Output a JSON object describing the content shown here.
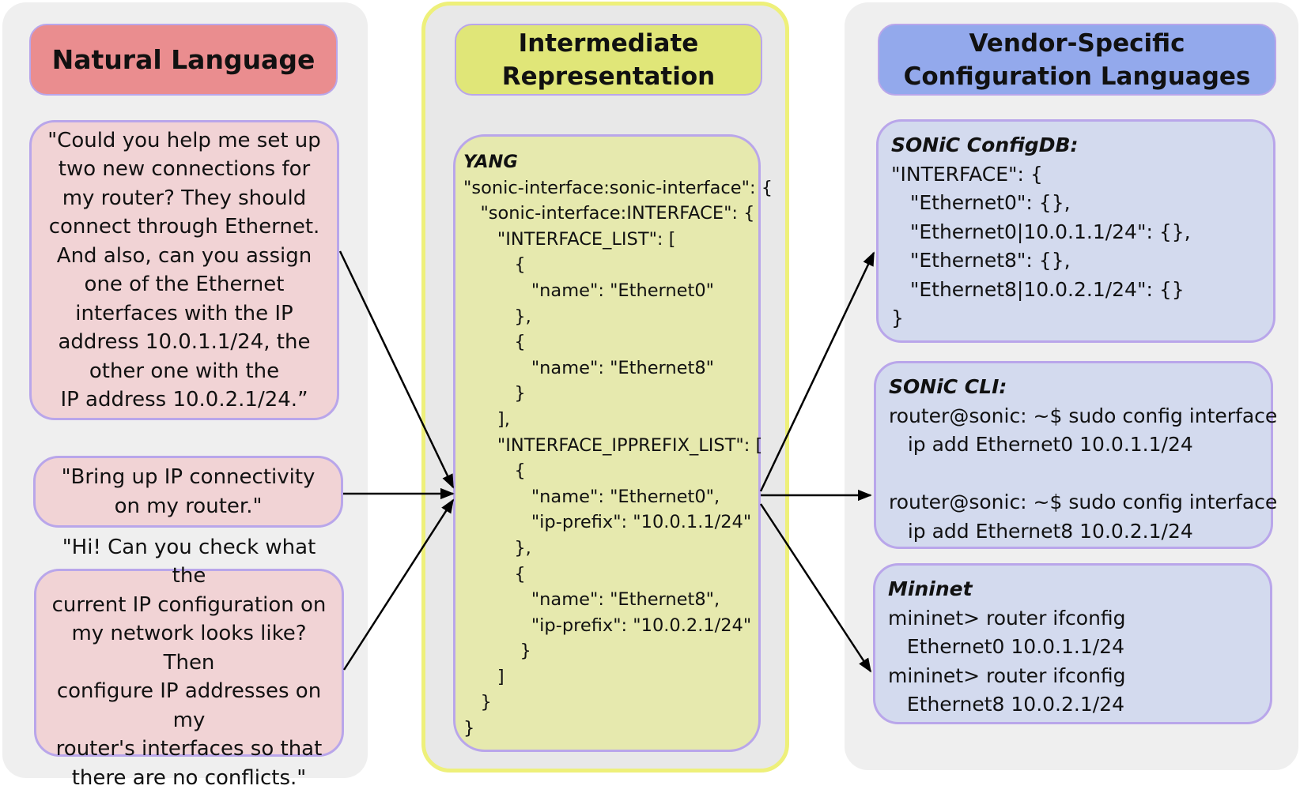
{
  "columns": {
    "natural_language": {
      "title": "Natural Language",
      "prompts": [
        "\"Could you help me set up\ntwo new connections for\nmy router? They should\nconnect through Ethernet.\nAnd also, can you assign\none of the Ethernet\ninterfaces with the IP\naddress 10.0.1.1/24, the\nother one with the\nIP address 10.0.2.1/24.”",
        "\"Bring up IP connectivity\non my router.\"",
        "\"Hi! Can you check what the\ncurrent IP configuration on\nmy network looks like? Then\nconfigure IP addresses on my\nrouter's interfaces so that\nthere are no conflicts.\""
      ]
    },
    "intermediate": {
      "title": "Intermediate\nRepresentation",
      "code_title": "YANG",
      "code": "\"sonic-interface:sonic-interface\": {\n   \"sonic-interface:INTERFACE\": {\n      \"INTERFACE_LIST\": [\n         {\n            \"name\": \"Ethernet0\"\n         },\n         {\n            \"name\": \"Ethernet8\"\n         }\n      ],\n      \"INTERFACE_IPPREFIX_LIST\": [\n         {\n            \"name\": \"Ethernet0\",\n            \"ip-prefix\": \"10.0.1.1/24\"\n         },\n         {\n            \"name\": \"Ethernet8\",\n            \"ip-prefix\": \"10.0.2.1/24\"\n          }\n      ]\n   }\n}"
    },
    "vendor": {
      "title": "Vendor-Specific\nConfiguration Languages",
      "blocks": [
        {
          "title": "SONiC ConfigDB:",
          "code": "\"INTERFACE\": {\n   \"Ethernet0\": {},\n   \"Ethernet0|10.0.1.1/24\": {},\n   \"Ethernet8\": {},\n   \"Ethernet8|10.0.2.1/24\": {}\n}"
        },
        {
          "title": "SONiC CLI:",
          "code": "router@sonic: ~$ sudo config interface\n   ip add Ethernet0 10.0.1.1/24\n\nrouter@sonic: ~$ sudo config interface\n   ip add Ethernet8 10.0.2.1/24"
        },
        {
          "title": "Mininet",
          "code": "mininet> router ifconfig\n   Ethernet0 10.0.1.1/24\nmininet> router ifconfig\n   Ethernet8 10.0.2.1/24"
        }
      ]
    }
  },
  "colors": {
    "nl_header": "#ea8d8f",
    "nl_box": "#f1d3d5",
    "ir_header": "#e0e678",
    "ir_box": "#e6e9ae",
    "vs_header": "#93a9ec",
    "vs_box": "#d3daee",
    "border": "#b9a6ea",
    "arrow": "#000000"
  }
}
